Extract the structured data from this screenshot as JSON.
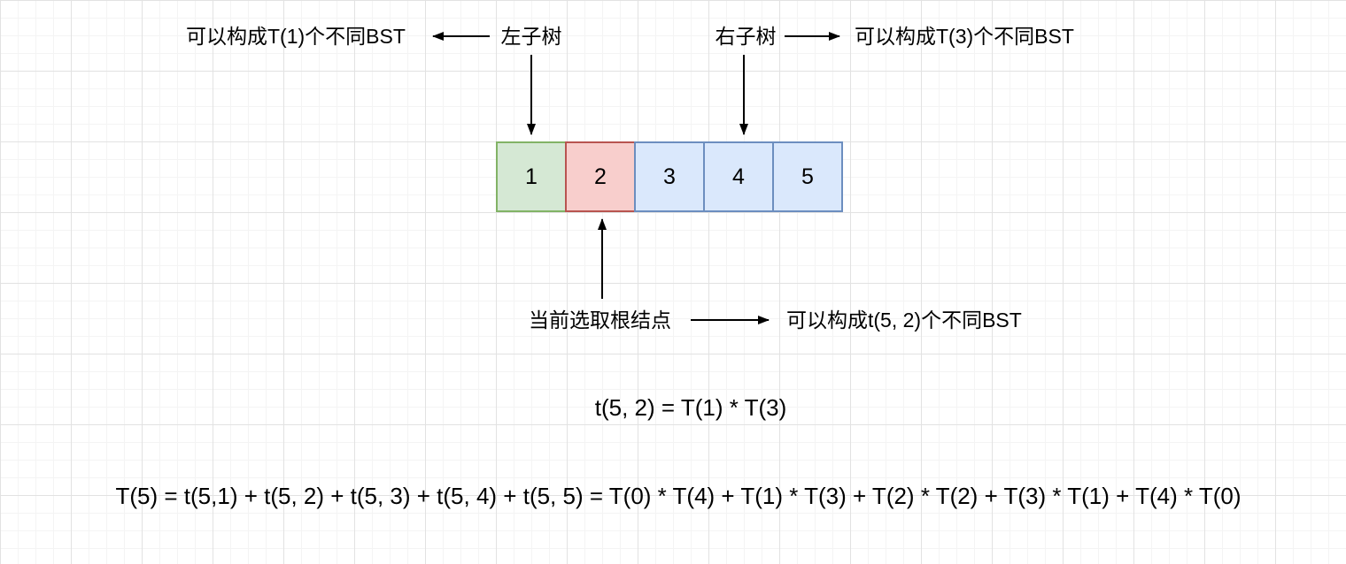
{
  "diagram": {
    "background": "#ffffff",
    "grid_minor_color": "#f4f4f4",
    "grid_major_color": "#e2e2e2",
    "stroke_color": "#000000"
  },
  "annotations": {
    "left_count": "可以构成T(1)个不同BST",
    "left_subtree": "左子树",
    "right_subtree": "右子树",
    "right_count": "可以构成T(3)个不同BST",
    "root_choice": "当前选取根结点",
    "root_count": "可以构成t(5, 2)个不同BST"
  },
  "array_cells": [
    {
      "value": "1",
      "fill": "#d5e8d4",
      "stroke": "#82b366",
      "role": "left-subtree"
    },
    {
      "value": "2",
      "fill": "#f8cecc",
      "stroke": "#b85450",
      "role": "chosen-root"
    },
    {
      "value": "3",
      "fill": "#dae8fc",
      "stroke": "#6c8ebf",
      "role": "right-subtree"
    },
    {
      "value": "4",
      "fill": "#dae8fc",
      "stroke": "#6c8ebf",
      "role": "right-subtree"
    },
    {
      "value": "5",
      "fill": "#dae8fc",
      "stroke": "#6c8ebf",
      "role": "right-subtree"
    }
  ],
  "formulas": {
    "single": "t(5, 2) = T(1) * T(3)",
    "total": "T(5) = t(5,1) + t(5, 2) + t(5, 3) + t(5, 4) + t(5, 5) = T(0) * T(4) + T(1) * T(3) + T(2) * T(2) + T(3) * T(1) + T(4) * T(0)"
  }
}
